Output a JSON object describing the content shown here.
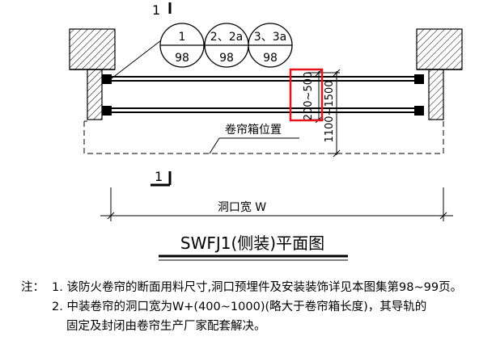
{
  "drawing": {
    "section_marks": [
      "1",
      "1"
    ],
    "index_circles": [
      {
        "top": "1",
        "bottom": "98"
      },
      {
        "top": "2、2a",
        "bottom": "98"
      },
      {
        "top": "3、3a",
        "bottom": "98"
      }
    ],
    "dim_vertical_inner": "200~500",
    "dim_vertical_outer": "1100~1500",
    "label_box_position": "卷帘箱位置",
    "label_opening_width": "洞口宽 W",
    "title": "SWFJ1(侧装)平面图"
  },
  "notes": {
    "prefix": "注：",
    "items": [
      "1. 该防火卷帘的断面用料尺寸,洞口预埋件及安装装饰详见本图集第98~99页。",
      "2. 中装卷帘的洞口宽为W+(400~1000)(略大于卷帘箱长度)，其导轨的",
      "固定及封闭由卷帘生产厂家配套解决。"
    ]
  },
  "colors": {
    "line": "#000000",
    "highlight": "#e8141b"
  }
}
